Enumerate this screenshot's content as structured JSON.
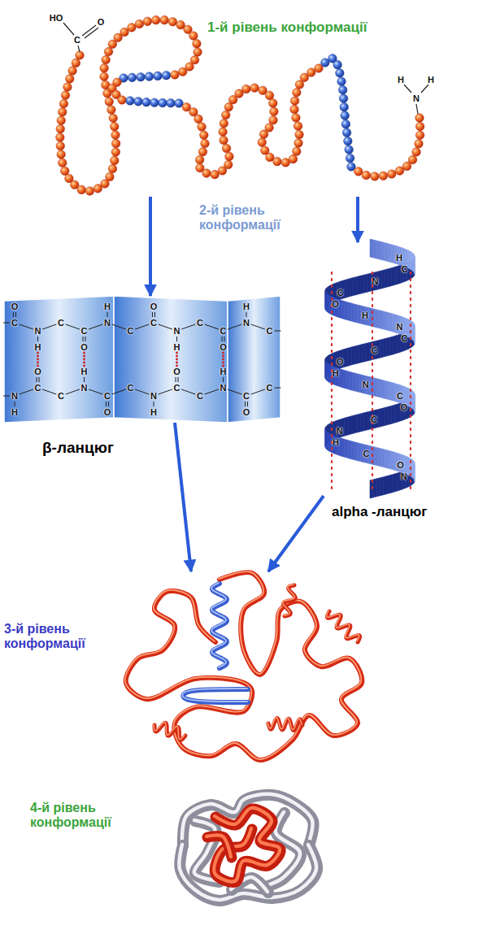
{
  "diagram": {
    "nodes": [
      {
        "text": [
          "1-й рівень конформації",
          "HO",
          "O",
          "C",
          "H",
          "H",
          "N"
        ]
      },
      {
        "text": [
          "C",
          "O",
          "N",
          "H",
          "C",
          "C",
          "O",
          "N",
          "H",
          "C",
          "C",
          "O",
          "N",
          "H",
          "C",
          "C",
          "O",
          "N",
          "H",
          "C",
          "N",
          "H",
          "C",
          "O",
          "C",
          "N",
          "H",
          "C",
          "O",
          "C",
          "N",
          "H",
          "C",
          "O",
          "C",
          "N",
          "H",
          "C",
          "O",
          "C",
          "β-ланцюг"
        ]
      },
      {
        "text": [
          "H",
          "C",
          "N",
          "C",
          "O",
          "H",
          "N",
          "C",
          "C",
          "O",
          "H",
          "N",
          "C",
          "O",
          "C",
          "N",
          "H",
          "C",
          "O",
          "N",
          "alpha -ланцюг"
        ]
      },
      {
        "text": [
          "3-й рівень конформації"
        ]
      },
      {
        "text": [
          "4-й рівень конформації"
        ]
      }
    ],
    "edges": [
      {
        "from": 0,
        "to": 1,
        "arrow": "to"
      },
      {
        "from": 0,
        "to": 2,
        "arrow": "to"
      },
      {
        "from": 1,
        "to": 3,
        "arrow": "to"
      },
      {
        "from": 2,
        "to": 3,
        "arrow": "to"
      }
    ],
    "labels": [
      "2-й рівень конформації"
    ]
  }
}
